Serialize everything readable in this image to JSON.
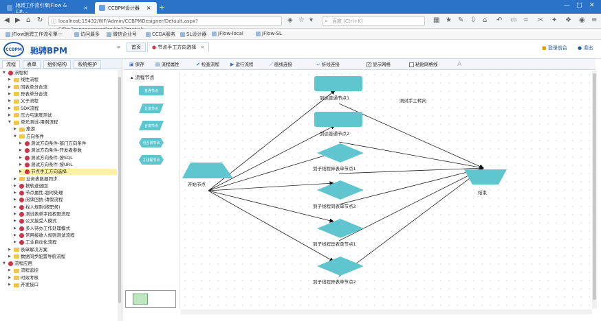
{
  "browser": {
    "tabs": [
      {
        "label": "驰骋工作流引擎JFlow & C#…",
        "active": false
      },
      {
        "label": "CCBPM设计器",
        "active": true
      }
    ],
    "url": "localhost:15432/WF/Admin/CCBPMDesigner/Default.aspx?SID=2ranqaaxxwsdlzwljjp12matuik",
    "search_placeholder": "百度 (Ctrl+K)",
    "bookmarks": [
      "JFlow驰骋工作流引擎一",
      "访问最多",
      "微信企业号",
      "CCDA服务",
      "SL设计器",
      "JFlow-local",
      "JFlow-SL"
    ]
  },
  "app": {
    "logo_text": "CCBPM",
    "title": "驰骋BPM",
    "tabs": [
      {
        "label": "首页",
        "active": false
      },
      {
        "label": "节点手工方向选择",
        "active": true
      }
    ],
    "links": [
      "登录前台",
      "退出"
    ]
  },
  "left": {
    "tabs": [
      "流程",
      "表单",
      "组织结构",
      "系统维护"
    ],
    "tree": [
      {
        "label": "流程树",
        "icon": "root",
        "level": 0,
        "expanded": true
      },
      {
        "label": "线性流程",
        "icon": "folder",
        "level": 1
      },
      {
        "label": "同表单分合流",
        "icon": "folder",
        "level": 1
      },
      {
        "label": "异表单分合流",
        "icon": "folder",
        "level": 1
      },
      {
        "label": "父子流程",
        "icon": "folder",
        "level": 1
      },
      {
        "label": "SDK流程",
        "icon": "folder",
        "level": 1
      },
      {
        "label": "压力与速度测试",
        "icon": "folder",
        "level": 1
      },
      {
        "label": "单元测试-用例流程",
        "icon": "folder",
        "level": 1,
        "expanded": true
      },
      {
        "label": "旅游",
        "icon": "folder",
        "level": 2
      },
      {
        "label": "方向条件",
        "icon": "folder",
        "level": 2,
        "expanded": true
      },
      {
        "label": "测试方向条件-部门方向条件",
        "icon": "flow",
        "level": 3
      },
      {
        "label": "测试方向条件-开发者参数",
        "icon": "flow",
        "level": 3
      },
      {
        "label": "测试方向条件-按SQL",
        "icon": "flow",
        "level": 3
      },
      {
        "label": "测试方向条件-按URL",
        "icon": "flow",
        "level": 3
      },
      {
        "label": "节点手工方向选择",
        "icon": "flow",
        "level": 3,
        "selected": true
      },
      {
        "label": "业务表数据同步",
        "icon": "folder",
        "level": 2
      },
      {
        "label": "按轨迹退回",
        "icon": "flow",
        "level": 2
      },
      {
        "label": "节点属性-超时处理",
        "icon": "flow",
        "level": 2
      },
      {
        "label": "阅读回执-请假流程",
        "icon": "flow",
        "level": 2
      },
      {
        "label": "找人规则(按职务)",
        "icon": "flow",
        "level": 2
      },
      {
        "label": "测试表单字段权限流程",
        "icon": "flow",
        "level": 2
      },
      {
        "label": "公文接受人模式",
        "icon": "flow",
        "level": 2
      },
      {
        "label": "多人待办工作处理模式",
        "icon": "flow",
        "level": 2
      },
      {
        "label": "常用接收人规则测试流程",
        "icon": "flow",
        "level": 2
      },
      {
        "label": "工业自动化流程",
        "icon": "flow",
        "level": 2
      },
      {
        "label": "表单解决方案",
        "icon": "folder",
        "level": 1
      },
      {
        "label": "数据同步配置导航流程",
        "icon": "folder",
        "level": 1
      },
      {
        "label": "流程应用",
        "icon": "root",
        "level": 0,
        "expanded": true
      },
      {
        "label": "流程监控",
        "icon": "folder",
        "level": 1
      },
      {
        "label": "时效考核",
        "icon": "folder",
        "level": 1
      },
      {
        "label": "开发接口",
        "icon": "folder",
        "level": 1
      }
    ]
  },
  "toolbar": {
    "items": [
      "保存",
      "流程属性",
      "检查流程",
      "运行流程",
      "画线连接",
      "折线连接",
      "显示网格",
      "粘贴网格线",
      "A"
    ],
    "show_grid_checked": true,
    "snap_grid_checked": false
  },
  "palette": {
    "title": "流程节点",
    "nodes": [
      "普通节点",
      "分流节点",
      "合流节点",
      "分合流节点",
      "子线程节点"
    ]
  },
  "canvas": {
    "note": "测试手工转向",
    "accent_color": "#5fc6cf",
    "nodes": [
      {
        "id": "start",
        "label": "开始节点",
        "shape": "parallelogram"
      },
      {
        "id": "n1",
        "label": "到达普通节点1",
        "shape": "rect"
      },
      {
        "id": "n2",
        "label": "到达普通节点2",
        "shape": "rect"
      },
      {
        "id": "n3",
        "label": "到子线程异表单节点1",
        "shape": "diamond"
      },
      {
        "id": "n4",
        "label": "到子线程同表单节点2",
        "shape": "diamond"
      },
      {
        "id": "n5",
        "label": "到子线程异表单节点1",
        "shape": "diamond"
      },
      {
        "id": "n6",
        "label": "到子线程异表单节点2",
        "shape": "diamond"
      },
      {
        "id": "end",
        "label": "结束",
        "shape": "parallelogram"
      }
    ]
  }
}
